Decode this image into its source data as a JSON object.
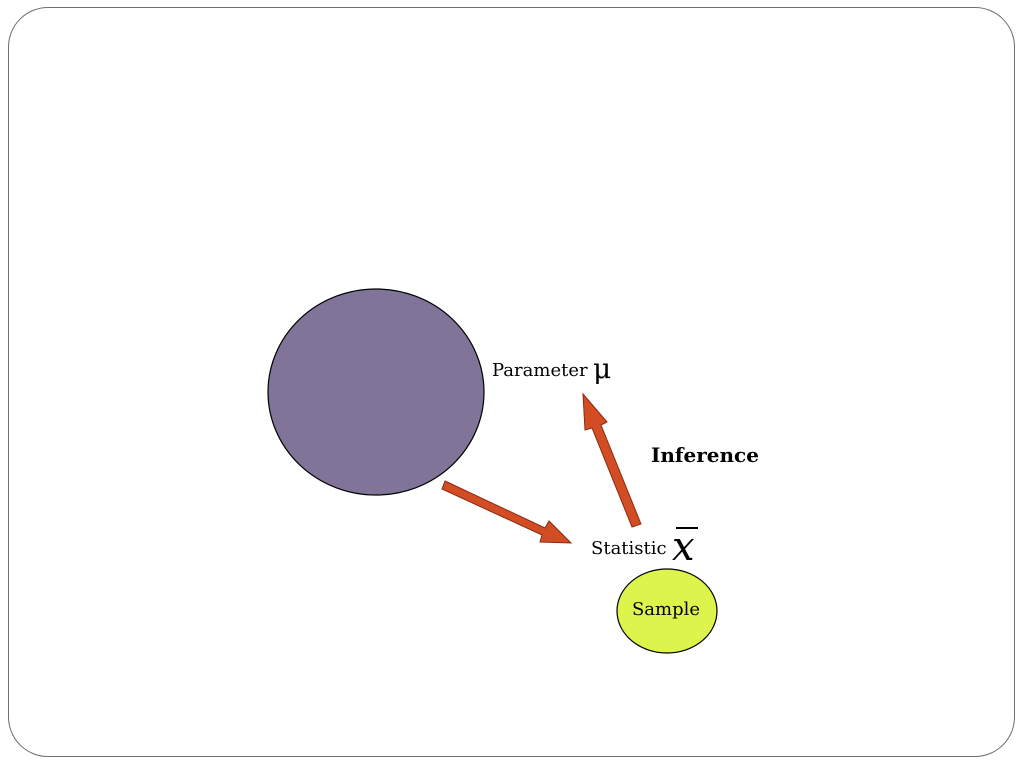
{
  "diagram": {
    "population_label": "",
    "parameter": {
      "label": "Parameter",
      "symbol": "μ"
    },
    "statistic": {
      "label": "Statistic",
      "symbol": "x"
    },
    "inference_label": "Inference",
    "sample_label": "Sample"
  },
  "colors": {
    "population_fill": "#807598",
    "sample_fill": "#dcf44c",
    "arrow_fill": "#d24d24",
    "arrow_stroke": "#8a2a10",
    "outline": "#000000",
    "slide_border": "#6e6e6e"
  }
}
